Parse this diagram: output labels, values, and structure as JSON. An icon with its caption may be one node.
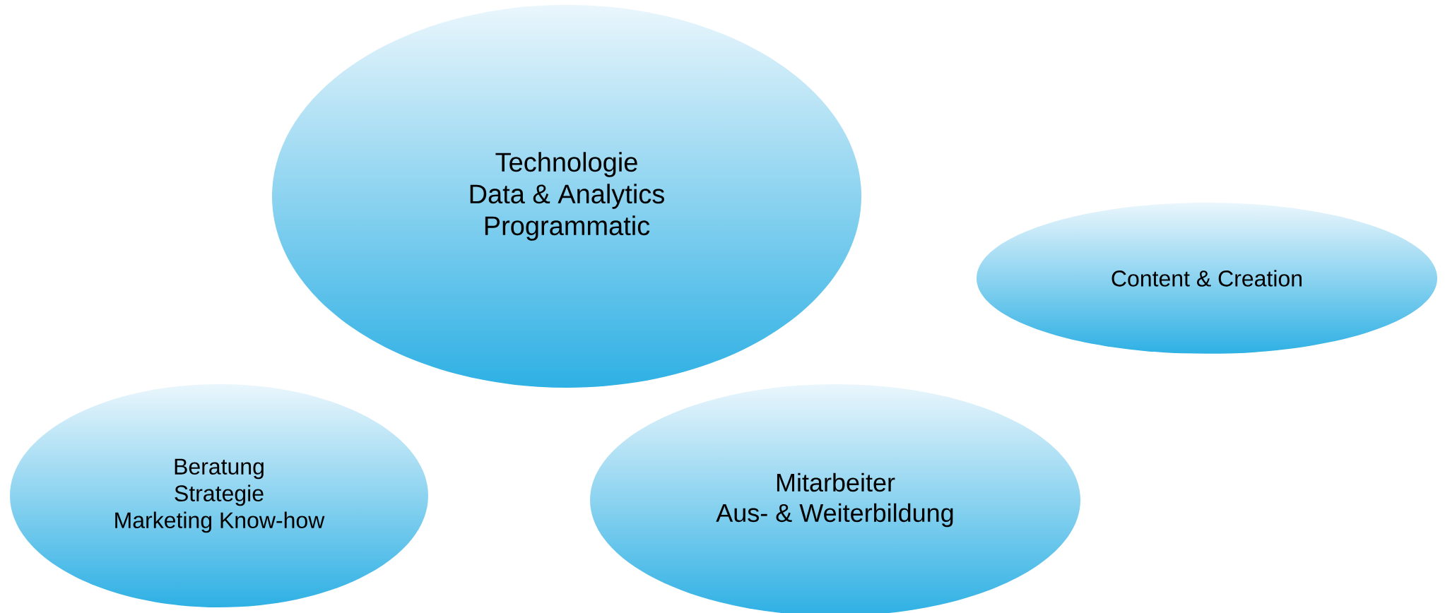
{
  "diagram": {
    "nodes": [
      {
        "text": [
          "Technologie",
          "Data & Analytics",
          "Programmatic"
        ]
      },
      {
        "text": [
          "Content & Creation"
        ]
      },
      {
        "text": [
          "Beratung",
          "Strategie",
          "Marketing Know-how"
        ]
      },
      {
        "text": [
          "Mitarbeiter",
          "Aus- & Weiterbildung"
        ]
      }
    ]
  }
}
